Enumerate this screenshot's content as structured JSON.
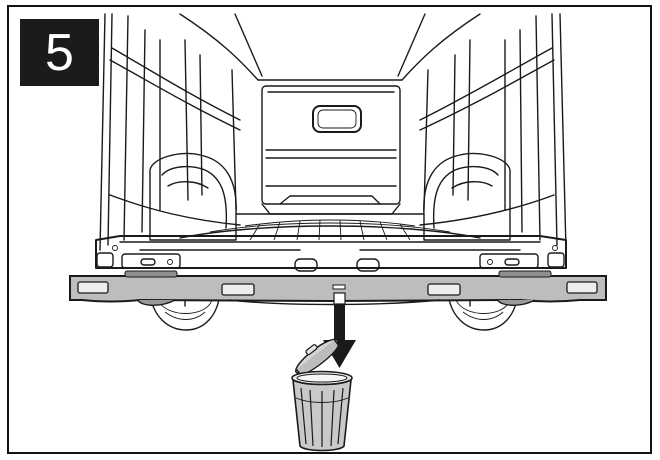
{
  "step": {
    "number": "5"
  },
  "colors": {
    "line": "#1a1a1a",
    "badge": "#1b1b1b",
    "bumper": "#bdbdbd",
    "bin": "#c9c9c9"
  },
  "icons": [
    "van-cargo-area-illustration",
    "rear-bumper",
    "down-arrow-icon",
    "trash-bin-icon"
  ]
}
